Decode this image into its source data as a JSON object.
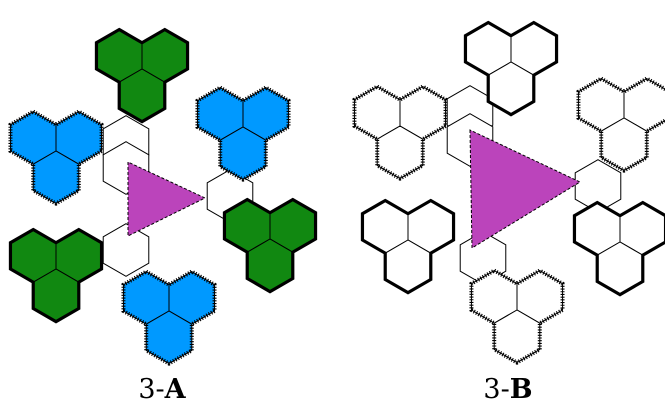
{
  "figure": {
    "panels": [
      {
        "id": "left",
        "caption_prefix": "3-",
        "caption_letter": "A"
      },
      {
        "id": "right",
        "caption_prefix": "3-",
        "caption_letter": "B"
      }
    ],
    "colors": {
      "triangle": "#bb44bb",
      "green": "#118811",
      "blue": "#0099ff",
      "outline": "#000000",
      "background": "#ffffff"
    }
  }
}
